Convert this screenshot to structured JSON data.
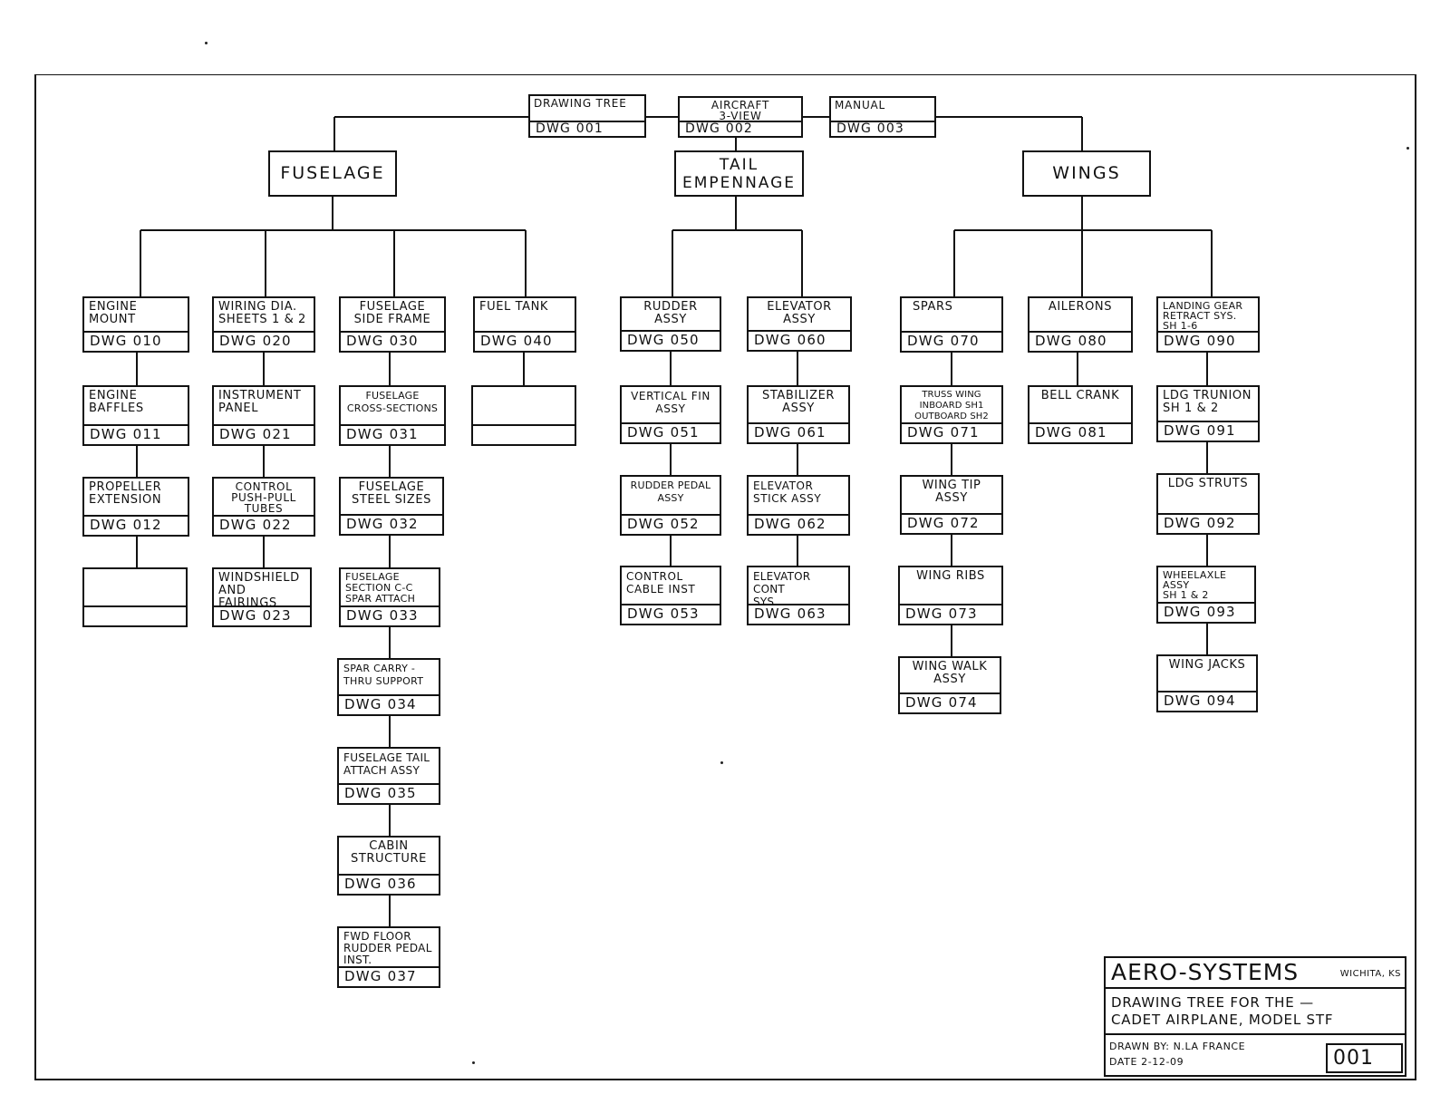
{
  "top_boxes": [
    {
      "id": "drawing-tree",
      "title": "DRAWING TREE",
      "dwg": "DWG 001"
    },
    {
      "id": "aircraft-3-view",
      "title": "AIRCRAFT\n3-VIEW",
      "dwg": "DWG 002"
    },
    {
      "id": "manual",
      "title": "MANUAL",
      "dwg": "DWG 003"
    }
  ],
  "categories": [
    {
      "id": "fuselage",
      "label": "FUSELAGE"
    },
    {
      "id": "tail",
      "label": "TAIL\nEMPENNAGE"
    },
    {
      "id": "wings",
      "label": "WINGS"
    }
  ],
  "components": [
    {
      "id": "engine-mount",
      "title": "ENGINE MOUNT",
      "dwg": "DWG 010"
    },
    {
      "id": "engine-baffles",
      "title": "ENGINE BAFFLES",
      "dwg": "DWG 011"
    },
    {
      "id": "propeller-extension",
      "title": "PROPELLER\nEXTENSION",
      "dwg": "DWG 012"
    },
    {
      "id": "blank-1",
      "title": "",
      "dwg": ""
    },
    {
      "id": "wiring-dia",
      "title": "WIRING DIA.\nSHEETS 1 & 2",
      "dwg": "DWG 020"
    },
    {
      "id": "instrument-panel",
      "title": "INSTRUMENT\nPANEL",
      "dwg": "DWG 021"
    },
    {
      "id": "control-push-pull",
      "title": "CONTROL\nPUSH-PULL\nTUBES",
      "dwg": "DWG 022"
    },
    {
      "id": "windshield",
      "title": "WINDSHIELD\nAND FAIRINGS",
      "dwg": "DWG 023"
    },
    {
      "id": "fuselage-side-frame",
      "title": "FUSELAGE\nSIDE FRAME",
      "dwg": "DWG 030"
    },
    {
      "id": "fuselage-cross-sections",
      "title": "FUSELAGE\nCROSS-SECTIONS",
      "dwg": "DWG 031"
    },
    {
      "id": "fuselage-steel-sizes",
      "title": "FUSELAGE\nSTEEL SIZES",
      "dwg": "DWG 032"
    },
    {
      "id": "fuselage-section-cc",
      "title": "FUSELAGE\nSECTION C-C\nSPAR ATTACH",
      "dwg": "DWG 033"
    },
    {
      "id": "spar-carry-thru",
      "title": "SPAR CARRY -\nTHRU SUPPORT",
      "dwg": "DWG 034"
    },
    {
      "id": "fuselage-tail-attach",
      "title": "FUSELAGE TAIL\nATTACH ASSY",
      "dwg": "DWG 035"
    },
    {
      "id": "cabin-structure",
      "title": "CABIN\nSTRUCTURE",
      "dwg": "DWG 036"
    },
    {
      "id": "fwd-floor",
      "title": "FWD FLOOR\nRUDDER PEDAL\nINST.",
      "dwg": "DWG 037"
    },
    {
      "id": "fuel-tank",
      "title": "FUEL TANK",
      "dwg": "DWG 040"
    },
    {
      "id": "blank-2",
      "title": "",
      "dwg": ""
    },
    {
      "id": "rudder-assy",
      "title": "RUDDER\nASSY",
      "dwg": "DWG 050"
    },
    {
      "id": "vertical-fin",
      "title": "VERTICAL FIN\nASSY",
      "dwg": "DWG 051"
    },
    {
      "id": "rudder-pedal",
      "title": "RUDDER PEDAL\nASSY",
      "dwg": "DWG 052"
    },
    {
      "id": "control-cable",
      "title": "CONTROL\nCABLE INST",
      "dwg": "DWG 053"
    },
    {
      "id": "elevator-assy",
      "title": "ELEVATOR\nASSY",
      "dwg": "DWG 060"
    },
    {
      "id": "stabilizer",
      "title": "STABILIZER\nASSY",
      "dwg": "DWG 061"
    },
    {
      "id": "elevator-stick",
      "title": "ELEVATOR\nSTICK ASSY",
      "dwg": "DWG 062"
    },
    {
      "id": "elevator-cont",
      "title": "ELEVATOR CONT\nSYS.",
      "dwg": "DWG 063"
    },
    {
      "id": "spars",
      "title": "SPARS",
      "dwg": "DWG 070"
    },
    {
      "id": "truss-wing",
      "title": "TRUSS WING\nINBOARD SH1\nOUTBOARD SH2",
      "dwg": "DWG 071"
    },
    {
      "id": "wing-tip",
      "title": "WING TIP\nASSY",
      "dwg": "DWG 072"
    },
    {
      "id": "wing-ribs",
      "title": "WING RIBS",
      "dwg": "DWG 073"
    },
    {
      "id": "wing-walk",
      "title": "WING WALK\nASSY",
      "dwg": "DWG 074"
    },
    {
      "id": "ailerons",
      "title": "AILERONS",
      "dwg": "DWG 080"
    },
    {
      "id": "bell-crank",
      "title": "BELL CRANK",
      "dwg": "DWG 081"
    },
    {
      "id": "landing-gear",
      "title": "LANDING GEAR\nRETRACT SYS.\nSH 1-6",
      "dwg": "DWG 090"
    },
    {
      "id": "ldg-trunion",
      "title": "LDG TRUNION\nSH 1 & 2",
      "dwg": "DWG 091"
    },
    {
      "id": "ldg-struts",
      "title": "LDG STRUTS",
      "dwg": "DWG 092"
    },
    {
      "id": "wheel-axle",
      "title": "WHEELAXLE\nASSY\nSH 1 & 2",
      "dwg": "DWG 093"
    },
    {
      "id": "wing-jacks",
      "title": "WING JACKS",
      "dwg": "DWG 094"
    }
  ],
  "title_block": {
    "company": "AERO-SYSTEMS",
    "city": "WICHITA, KS",
    "title": "DRAWING TREE FOR THE —\nCADET AIRPLANE, MODEL STF",
    "drawn_by": "DRAWN BY: N.LA FRANCE",
    "date": "DATE 2-12-09",
    "number": "001"
  }
}
